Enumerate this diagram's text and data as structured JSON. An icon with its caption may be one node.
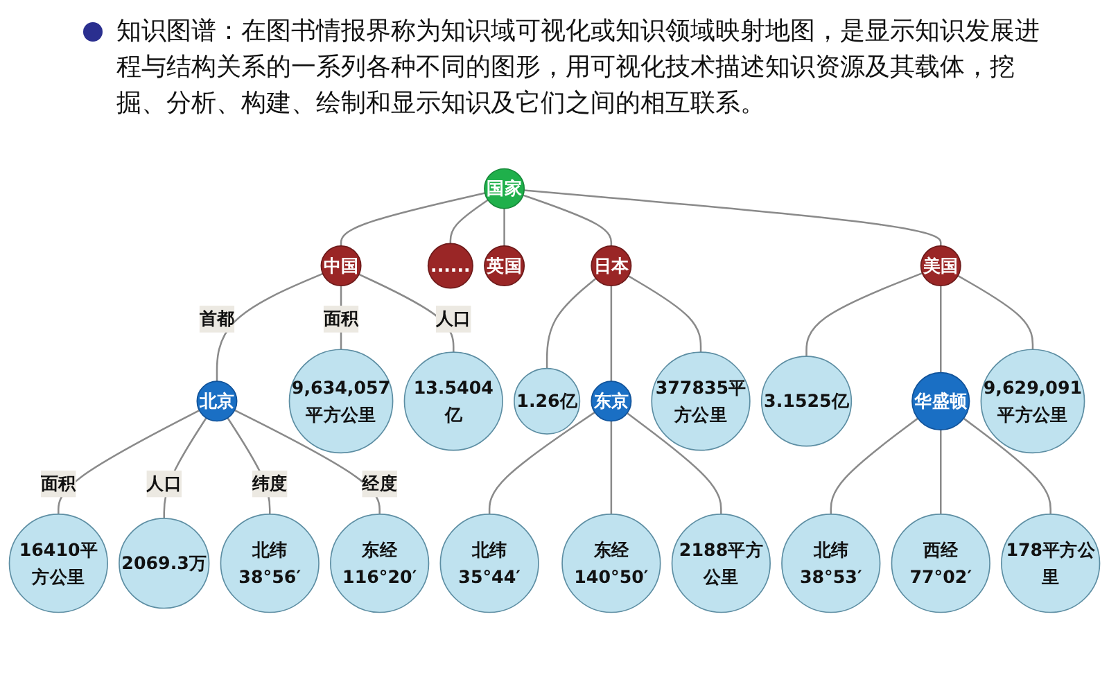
{
  "diagram": {
    "nodes": [
      {
        "text": [
          "国家"
        ]
      },
      {
        "text": [
          "中国"
        ]
      },
      {
        "text": [
          "......"
        ]
      },
      {
        "text": [
          "英国"
        ]
      },
      {
        "text": [
          "日本"
        ]
      },
      {
        "text": [
          "美国"
        ]
      },
      {
        "text": [
          "9,634,057平方公里"
        ]
      },
      {
        "text": [
          "13.5404亿"
        ]
      },
      {
        "text": [
          "北京"
        ]
      },
      {
        "text": [
          "16410平方公里"
        ]
      },
      {
        "text": [
          "2069.3万"
        ]
      },
      {
        "text": [
          "北纬38°56′"
        ]
      },
      {
        "text": [
          "东经116°20′"
        ]
      },
      {
        "text": [
          "1.26亿"
        ]
      },
      {
        "text": [
          "东京"
        ]
      },
      {
        "text": [
          "377835平方公里"
        ]
      },
      {
        "text": [
          "北纬35°44′"
        ]
      },
      {
        "text": [
          "东经140°50′"
        ]
      },
      {
        "text": [
          "2188平方公里"
        ]
      },
      {
        "text": [
          "3.1525亿"
        ]
      },
      {
        "text": [
          "华盛顿"
        ]
      },
      {
        "text": [
          "9,629,091平方公里"
        ]
      },
      {
        "text": [
          "北纬38°53′"
        ]
      },
      {
        "text": [
          "西经77°02′"
        ]
      },
      {
        "text": [
          "178平方公里"
        ]
      }
    ],
    "edges": [
      {
        "from": 0,
        "to": 1,
        "arrow": "none"
      },
      {
        "from": 0,
        "to": 2,
        "arrow": "none"
      },
      {
        "from": 0,
        "to": 3,
        "arrow": "none"
      },
      {
        "from": 0,
        "to": 4,
        "arrow": "none"
      },
      {
        "from": 0,
        "to": 5,
        "arrow": "none"
      },
      {
        "from": 1,
        "to": 8,
        "arrow": "none",
        "label": "首都"
      },
      {
        "from": 1,
        "to": 6,
        "arrow": "none",
        "label": "面积"
      },
      {
        "from": 1,
        "to": 7,
        "arrow": "none",
        "label": "人口"
      },
      {
        "from": 8,
        "to": 9,
        "arrow": "none",
        "label": "面积"
      },
      {
        "from": 8,
        "to": 10,
        "arrow": "none",
        "label": "人口"
      },
      {
        "from": 8,
        "to": 11,
        "arrow": "none",
        "label": "纬度"
      },
      {
        "from": 8,
        "to": 12,
        "arrow": "none",
        "label": "经度"
      },
      {
        "from": 4,
        "to": 13,
        "arrow": "none"
      },
      {
        "from": 4,
        "to": 14,
        "arrow": "none"
      },
      {
        "from": 4,
        "to": 15,
        "arrow": "none"
      },
      {
        "from": 14,
        "to": 16,
        "arrow": "none"
      },
      {
        "from": 14,
        "to": 17,
        "arrow": "none"
      },
      {
        "from": 14,
        "to": 18,
        "arrow": "none"
      },
      {
        "from": 5,
        "to": 19,
        "arrow": "none"
      },
      {
        "from": 5,
        "to": 20,
        "arrow": "none"
      },
      {
        "from": 5,
        "to": 21,
        "arrow": "none"
      },
      {
        "from": 20,
        "to": 22,
        "arrow": "none"
      },
      {
        "from": 20,
        "to": 23,
        "arrow": "none"
      },
      {
        "from": 20,
        "to": 24,
        "arrow": "none"
      }
    ],
    "labels": [
      "知识图谱：在图书情报界称为知识域可视化或知识领域映射地图，是显示知识发展进程与结构关系的一系列各种不同的图形，用可视化技术描述知识资源及其载体，挖掘、分析、构建、绘制和显示知识及它们之间的相互联系。"
    ]
  }
}
